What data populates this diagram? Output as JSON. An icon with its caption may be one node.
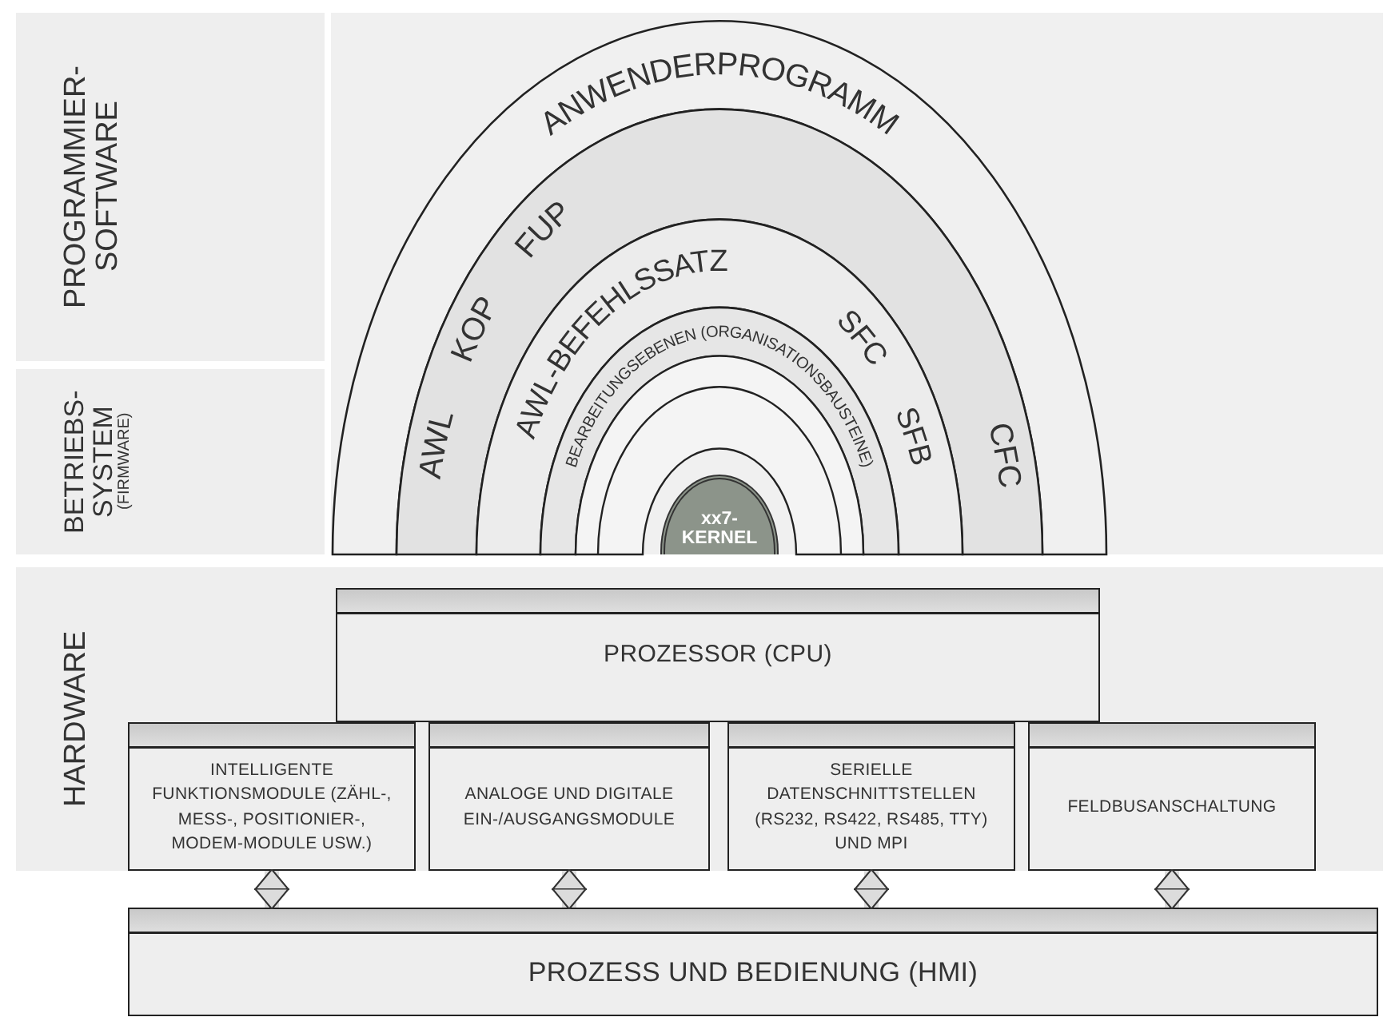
{
  "diagram": {
    "nodes": [
      {
        "text": [
          "PROGRAMMIER- SOFTWARE"
        ]
      },
      {
        "text": [
          "BETRIEBS- SYSTEM",
          "(FIRMWARE)"
        ]
      },
      {
        "text": [
          "HARDWARE"
        ]
      },
      {
        "text": [
          "ANWENDERPROGRAMM"
        ]
      },
      {
        "text": [
          "AWL",
          "KOP",
          "FUP",
          "CFC"
        ]
      },
      {
        "text": [
          "AWL-BEFEHLSSATZ",
          "SFC",
          "SFB"
        ]
      },
      {
        "text": [
          "BEARBEITUNGSEBENEN (ORGANISATIONSBAUSTEINE)"
        ]
      },
      {
        "text": [
          "xx7- KERNEL"
        ]
      },
      {
        "text": [
          "PROZESSOR (CPU)"
        ],
        "in": 2
      },
      {
        "text": [
          "INTELLIGENTE FUNKTIONSMODULE (ZÄHL-, MESS-, POSITIONIER-, MODEM-MODULE USW.)"
        ],
        "in": 2
      },
      {
        "text": [
          "ANALOGE UND DIGITALE EIN-/AUSGANGSMODULE"
        ],
        "in": 2
      },
      {
        "text": [
          "SERIELLE DATENSCHNITTSTELLEN (RS232, RS422, RS485, TTY) UND MPI"
        ],
        "in": 2
      },
      {
        "text": [
          "FELDBUSANSCHALTUNG"
        ],
        "in": 2
      },
      {
        "text": [
          "PROZESS UND BEDIENUNG (HMI)"
        ]
      }
    ],
    "edges": [
      {
        "from": 9,
        "to": 13,
        "arrow": "both"
      },
      {
        "from": 10,
        "to": 13,
        "arrow": "both"
      },
      {
        "from": 11,
        "to": 13,
        "arrow": "both"
      },
      {
        "from": 12,
        "to": 13,
        "arrow": "both"
      }
    ]
  }
}
